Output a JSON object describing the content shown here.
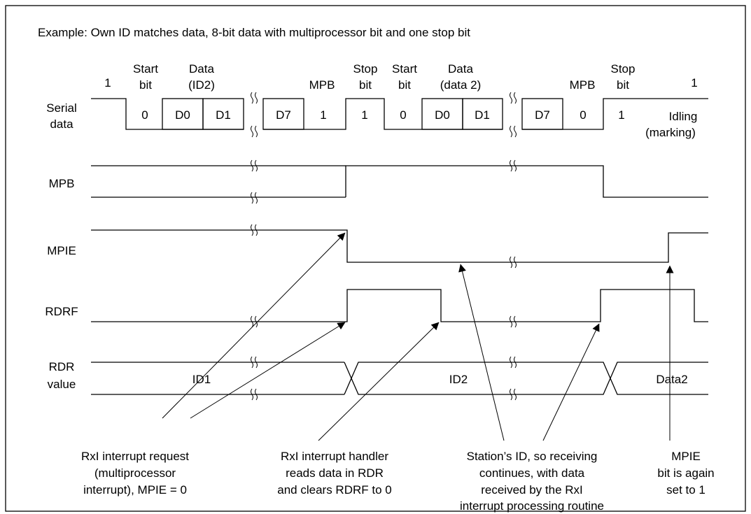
{
  "title": "Example:  Own ID matches data, 8-bit data with multiprocessor bit and one stop bit",
  "serial": {
    "label_line1": "Serial",
    "label_line2": "data",
    "idle_left": "1",
    "start1_line1": "Start",
    "start1_line2": "bit",
    "data1_line1": "Data",
    "data1_line2": "(ID2)",
    "mpb1_header": "MPB",
    "stop1_line1": "Stop",
    "stop1_line2": "bit",
    "start2_line1": "Start",
    "start2_line2": "bit",
    "data2_line1": "Data",
    "data2_line2": "(data 2)",
    "mpb2_header": "MPB",
    "stop2_line1": "Stop",
    "stop2_line2": "bit",
    "idle_right": "1",
    "frame1_bits": [
      "0",
      "D0",
      "D1",
      "D7",
      "1",
      "1"
    ],
    "frame2_bits": [
      "0",
      "D0",
      "D1",
      "D7",
      "0",
      "1"
    ],
    "idling_line1": "Idling",
    "idling_line2": "(marking)"
  },
  "signals": {
    "mpb": "MPB",
    "mpie": "MPIE",
    "rdrf": "RDRF",
    "rdr_line1": "RDR",
    "rdr_line2": "value"
  },
  "rdr_values": [
    "ID1",
    "ID2",
    "Data2"
  ],
  "notes": [
    {
      "lines": [
        "RxI interrupt request",
        "(multiprocessor",
        "interrupt), MPIE = 0"
      ]
    },
    {
      "lines": [
        "RxI interrupt  handler",
        "reads data in RDR",
        "and clears RDRF to 0"
      ]
    },
    {
      "lines": [
        "Station’s ID, so receiving",
        "continues, with data",
        "received by the RxI",
        "interrupt processing routine"
      ]
    },
    {
      "lines": [
        "MPIE",
        "bit is again",
        "set to 1"
      ]
    }
  ]
}
